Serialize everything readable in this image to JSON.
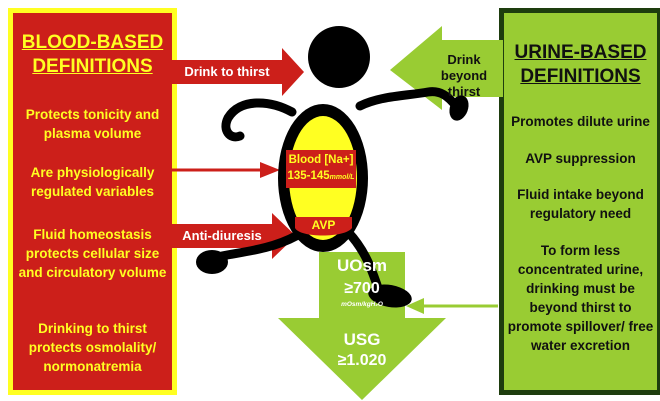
{
  "blood_panel": {
    "title": "BLOOD-BASED DEFINITIONS",
    "items": [
      "Protects tonicity and plasma volume",
      "Are physiologically regulated variables",
      "Fluid homeostasis protects cellular size and circulatory volume",
      "Drinking to thirst protects osmolality/ normonatremia"
    ]
  },
  "urine_panel": {
    "title": "URINE-BASED DEFINITIONS",
    "items": [
      "Promotes dilute urine",
      "AVP suppression",
      "Fluid intake beyond regulatory need",
      "To form less concentrated urine, drinking must be beyond thirst  to promote spillover/ free water excretion"
    ]
  },
  "arrows": {
    "drink_to_thirst": "Drink to thirst",
    "drink_beyond_thirst": "Drink beyond thirst",
    "anti_diuresis": "Anti-diuresis"
  },
  "body_labels": {
    "blood_na": "Blood [Na+]",
    "blood_na_range": "135-145",
    "blood_na_unit": "mmol/L",
    "avp": "AVP"
  },
  "down_arrow": {
    "uosm_label": "UOsm",
    "uosm_value": "≥700",
    "uosm_unit": "mOsm/kgH₂O",
    "usg_label": "USG",
    "usg_value": "≥1.020"
  },
  "colors": {
    "blood_red": "#cc1f1a",
    "yellow": "#ffff22",
    "urine_green": "#99cc33",
    "dark_green": "#1e3d0e"
  }
}
